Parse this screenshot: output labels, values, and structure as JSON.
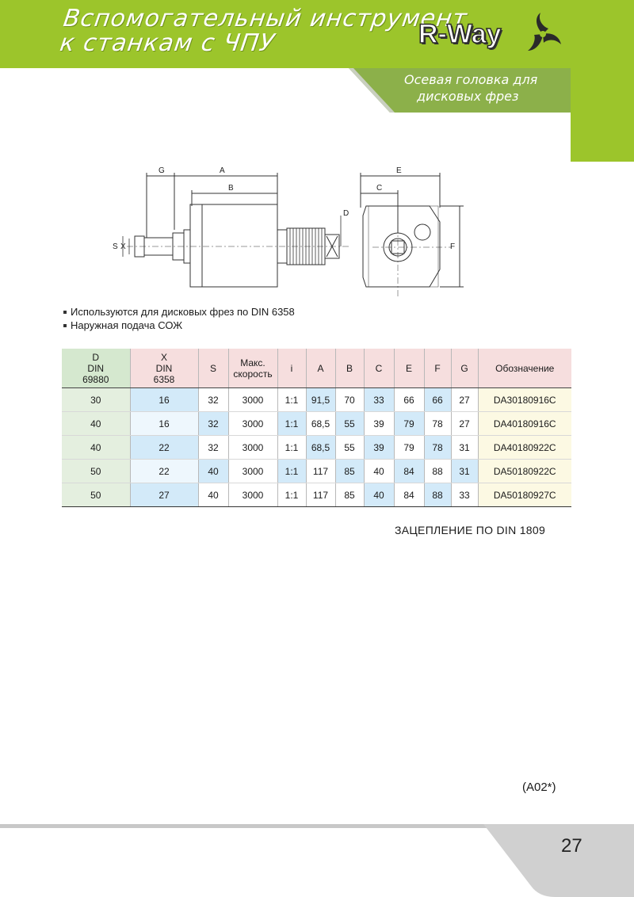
{
  "header": {
    "title_line1": "Вспомогательный инструмент",
    "title_line2": "к станкам с ЧПУ",
    "logo_text": "R-Way",
    "subtitle_line1": "Осевая головка для",
    "subtitle_line2": "дисковых фрез"
  },
  "drawing": {
    "labels": {
      "G": "G",
      "A": "A",
      "B": "B",
      "S": "S",
      "X": "X",
      "D": "D",
      "E": "E",
      "C": "C",
      "F": "F"
    }
  },
  "bullets": [
    "Используются для дисковых фрез по DIN 6358",
    "Наружная подача СОЖ"
  ],
  "table": {
    "headers": {
      "d": [
        "D",
        "DIN",
        "69880"
      ],
      "x": [
        "X",
        "DIN",
        "6358"
      ],
      "s": "S",
      "speed": [
        "Макс.",
        "скорость"
      ],
      "i": "i",
      "a": "A",
      "b": "B",
      "c": "C",
      "e": "E",
      "f": "F",
      "g": "G",
      "code": "Обозначение"
    },
    "rows": [
      [
        "30",
        "16",
        "32",
        "3000",
        "1:1",
        "91,5",
        "70",
        "33",
        "66",
        "66",
        "27",
        "DA30180916C"
      ],
      [
        "40",
        "16",
        "32",
        "3000",
        "1:1",
        "68,5",
        "55",
        "39",
        "79",
        "78",
        "27",
        "DA40180916C"
      ],
      [
        "40",
        "22",
        "32",
        "3000",
        "1:1",
        "68,5",
        "55",
        "39",
        "79",
        "78",
        "31",
        "DA40180922C"
      ],
      [
        "50",
        "22",
        "40",
        "3000",
        "1:1",
        "117",
        "85",
        "40",
        "84",
        "88",
        "31",
        "DA50180922C"
      ],
      [
        "50",
        "27",
        "40",
        "3000",
        "1:1",
        "117",
        "85",
        "40",
        "84",
        "88",
        "33",
        "DA50180927C"
      ]
    ]
  },
  "notes": {
    "gearing": "ЗАЦЕПЛЕНИЕ ПО DIN 1809",
    "code": "(A02*)"
  },
  "footer": {
    "page_number": "27"
  },
  "colors": {
    "brand_green": "#9cc52b",
    "tab_green": "#8cb04a",
    "header_pink": "#f6dede",
    "header_green": "#d5e8cf",
    "cell_blue": "#d3eaf9",
    "cell_yellow": "#fcf9e3"
  }
}
